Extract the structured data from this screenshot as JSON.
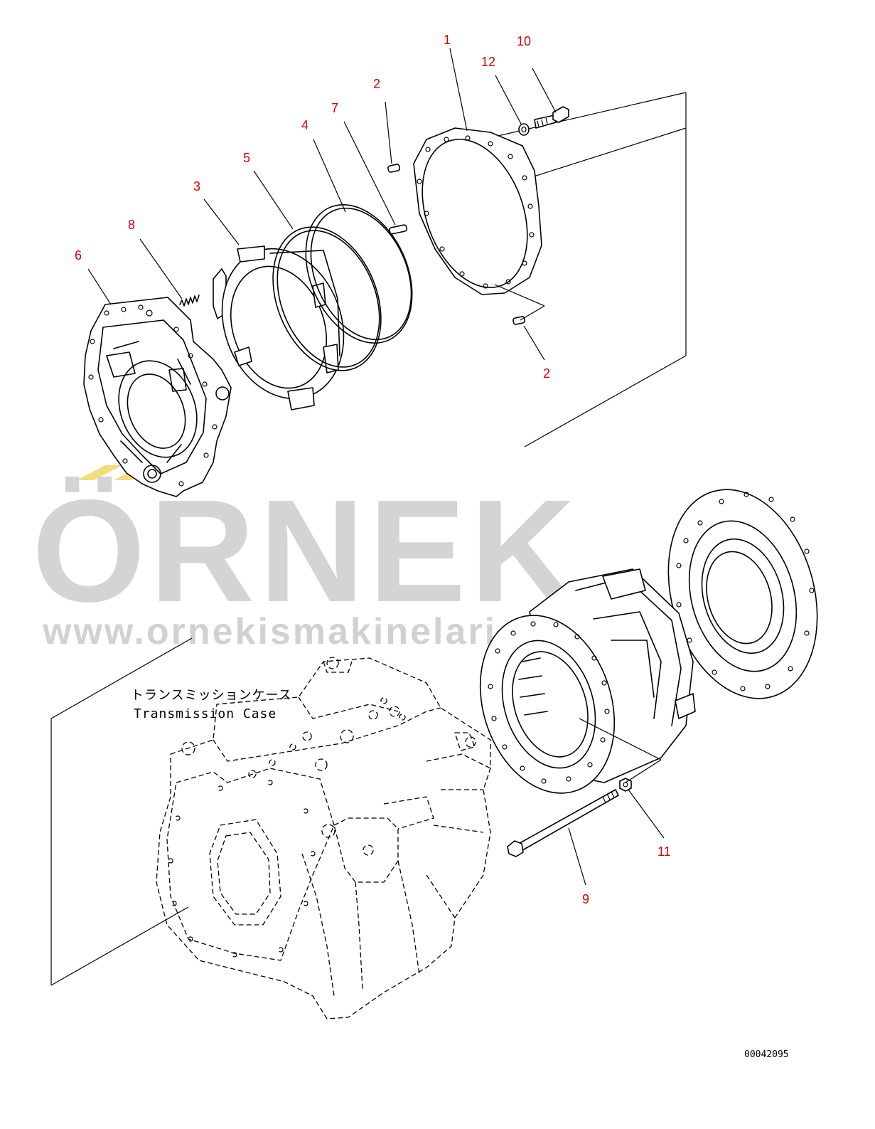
{
  "watermark": {
    "brand": "ÖRNEK",
    "url": "www.ornekismakinelari.com",
    "accent_color": "#f2dc7c",
    "text_color": "#c9c9cc"
  },
  "callouts": {
    "c1": "1",
    "c10": "10",
    "c12": "12",
    "c2_top": "2",
    "c7": "7",
    "c4": "4",
    "c5": "5",
    "c3": "3",
    "c8": "8",
    "c6": "6",
    "c2_bottom": "2",
    "c11": "11",
    "c9": "9"
  },
  "case_label": {
    "japanese": "トランスミッションケース",
    "english": "Transmission Case"
  },
  "drawing_number": "00042095",
  "callout_color": "#d80000"
}
